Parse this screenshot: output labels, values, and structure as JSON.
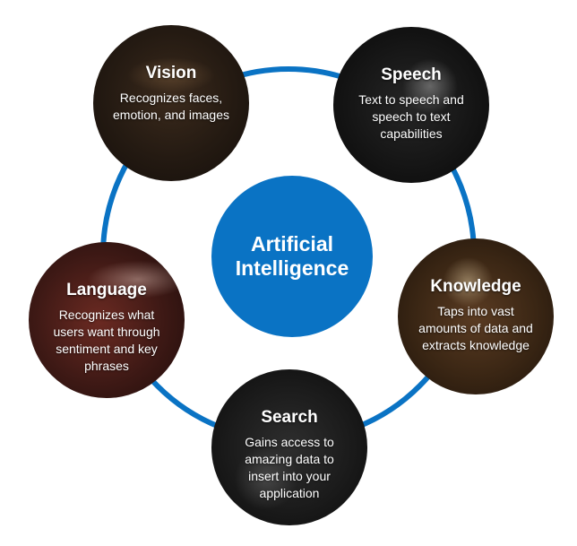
{
  "center": {
    "title": "Artificial Intelligence"
  },
  "nodes": {
    "vision": {
      "title": "Vision",
      "description": "Recognizes faces, emotion, and images"
    },
    "speech": {
      "title": "Speech",
      "description": "Text to speech and speech to text capabilities"
    },
    "language": {
      "title": "Language",
      "description": "Recognizes what users want through sentiment and key phrases"
    },
    "knowledge": {
      "title": "Knowledge",
      "description": "Taps into vast amounts of data and extracts knowledge"
    },
    "search": {
      "title": "Search",
      "description": "Gains access to amazing data to insert into your application"
    }
  },
  "colors": {
    "accent": "#0a73c4",
    "node_text": "#ffffff"
  }
}
